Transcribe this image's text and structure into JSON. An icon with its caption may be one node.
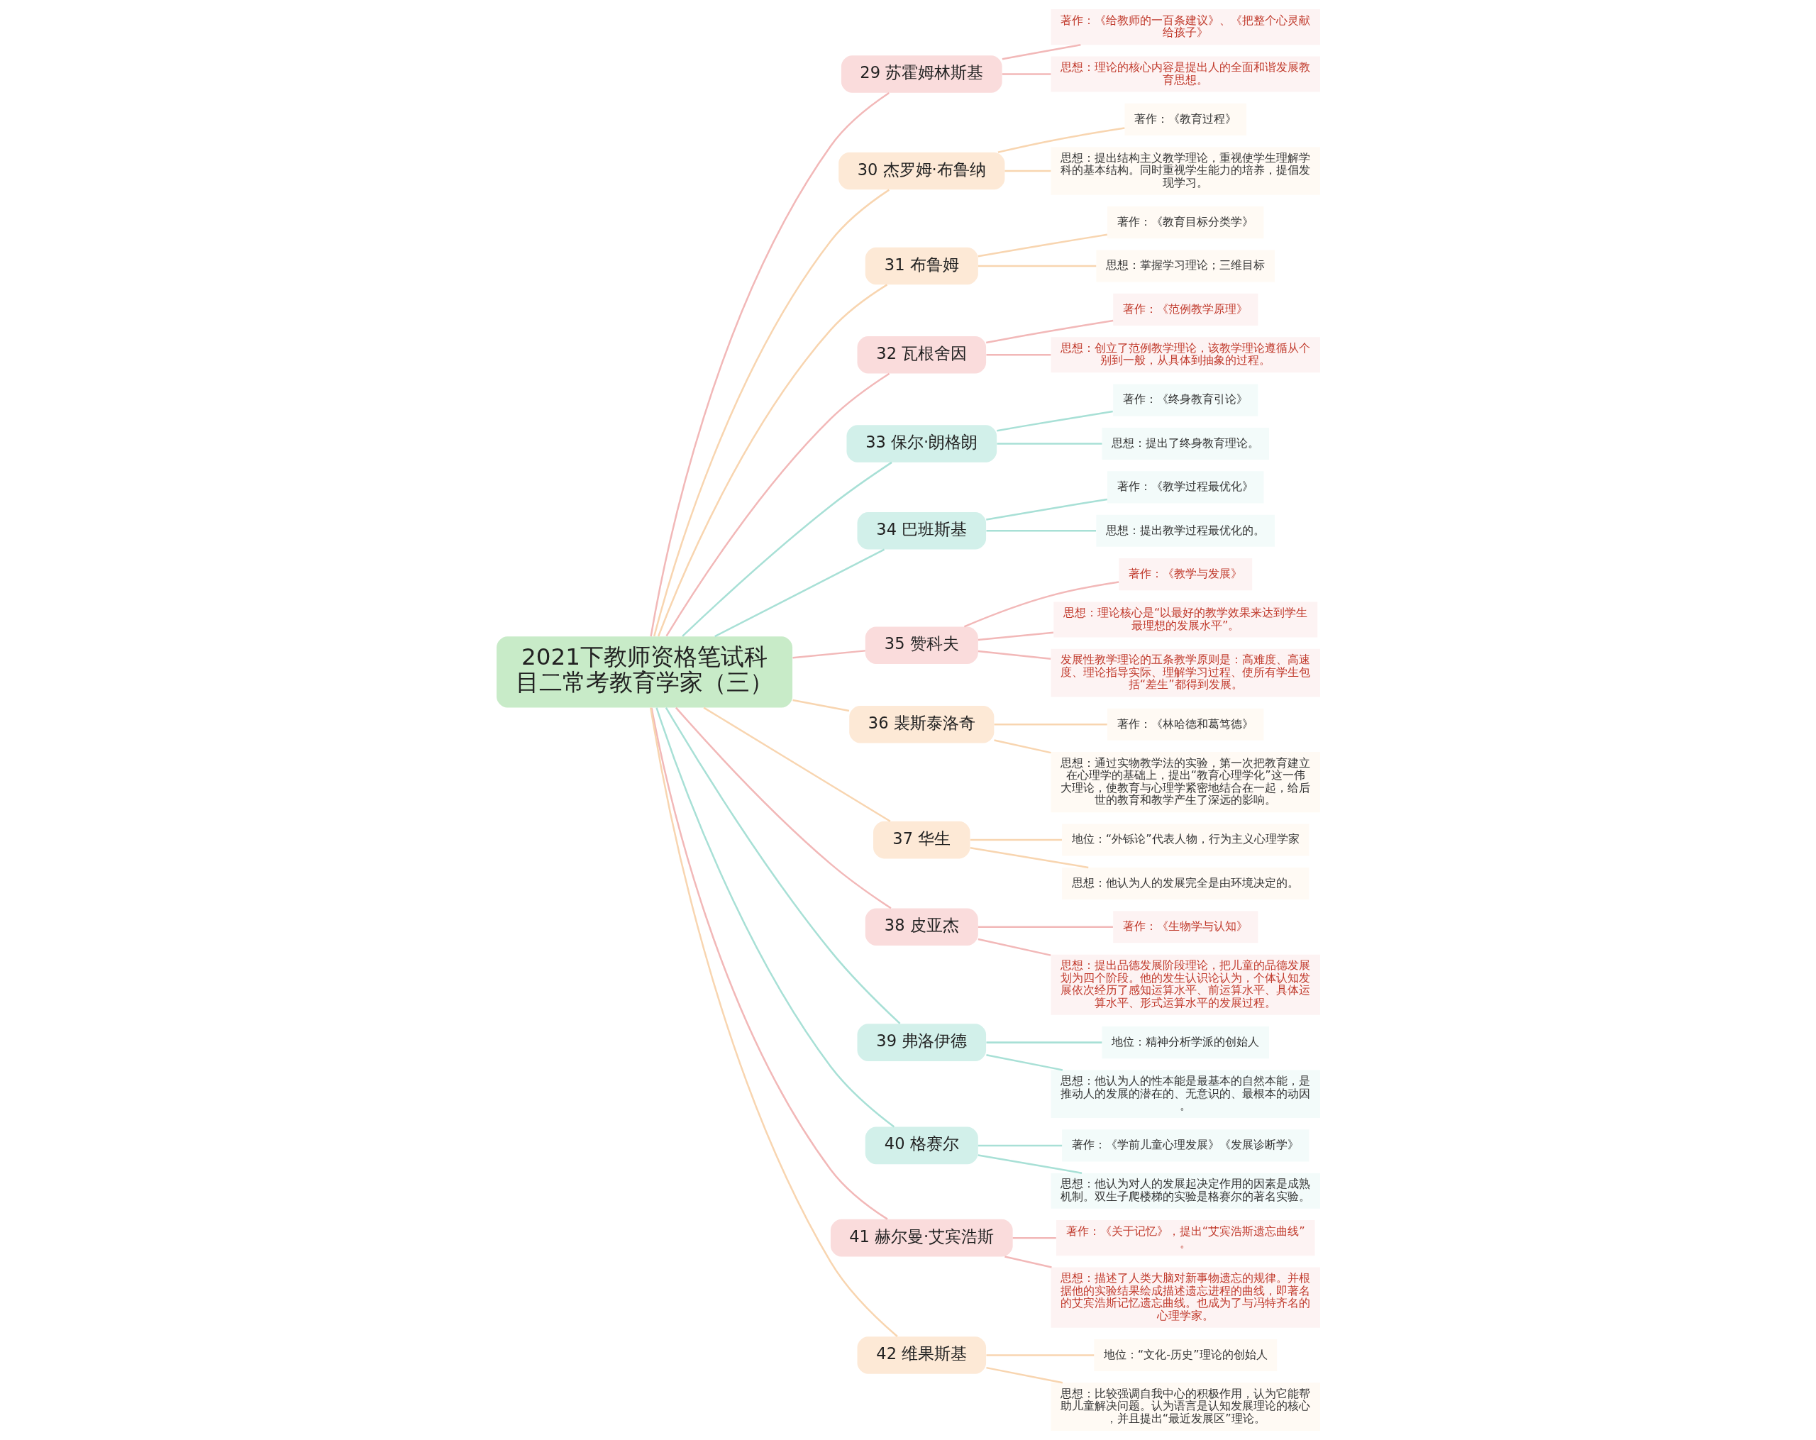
{
  "diagram": {
    "nodes": [
      {
        "text": [
          "2021下教师资格笔试科目二常考教育学家（三）"
        ]
      },
      {
        "text": [
          "29 苏霍姆林斯基"
        ]
      },
      {
        "text": [
          "著作：《给教师的一百条建议》、《把整个心灵献给孩子》"
        ]
      },
      {
        "text": [
          "思想：理论的核心内容是提出人的全面和谐发展教育思想。"
        ]
      },
      {
        "text": [
          "30 杰罗姆·布鲁纳"
        ]
      },
      {
        "text": [
          "著作：《教育过程》"
        ]
      },
      {
        "text": [
          "思想：提出结构主义教学理论，重视使学生理解学科的基本结构。同时重视学生能力的培养，提倡发现学习。"
        ]
      },
      {
        "text": [
          "31 布鲁姆"
        ]
      },
      {
        "text": [
          "著作：《教育目标分类学》"
        ]
      },
      {
        "text": [
          "思想：掌握学习理论；三维目标"
        ]
      },
      {
        "text": [
          "32 瓦根舍因"
        ]
      },
      {
        "text": [
          "著作：《范例教学原理》"
        ]
      },
      {
        "text": [
          "思想：创立了范例教学理论，该教学理论遵循从个别到一般，从具体到抽象的过程。"
        ]
      },
      {
        "text": [
          "33 保尔·朗格朗"
        ]
      },
      {
        "text": [
          "著作：《终身教育引论》"
        ]
      },
      {
        "text": [
          "思想：提出了终身教育理论。"
        ]
      },
      {
        "text": [
          "34 巴班斯基"
        ]
      },
      {
        "text": [
          "著作：《教学过程最优化》"
        ]
      },
      {
        "text": [
          "思想：提出教学过程最优化的。"
        ]
      },
      {
        "text": [
          "35 赞科夫"
        ]
      },
      {
        "text": [
          "著作：《教学与发展》"
        ]
      },
      {
        "text": [
          "思想：理论核心是“以最好的教学效果来达到学生最理想的发展水平”。"
        ]
      },
      {
        "text": [
          "发展性教学理论的五条教学原则是：高难度、高速度、理论指导实际、理解学习过程、使所有学生包括“差生”都得到发展。"
        ]
      },
      {
        "text": [
          "36 裴斯泰洛奇"
        ]
      },
      {
        "text": [
          "著作：《林哈德和葛笃德》"
        ]
      },
      {
        "text": [
          "思想：通过实物教学法的实验，第一次把教育建立在心理学的基础上，提出“教育心理学化”这一伟大理论，使教育与心理学紧密地结合在一起，给后世的教育和教学产生了深远的影响。"
        ]
      },
      {
        "text": [
          "37 华生"
        ]
      },
      {
        "text": [
          "地位：“外铄论”代表人物，行为主义心理学家"
        ]
      },
      {
        "text": [
          "思想：他认为人的发展完全是由环境决定的。"
        ]
      },
      {
        "text": [
          "38 皮亚杰"
        ]
      },
      {
        "text": [
          "著作：《生物学与认知》"
        ]
      },
      {
        "text": [
          "思想：提出品德发展阶段理论，把儿童的品德发展划为四个阶段。他的发生认识论认为，个体认知发展依次经历了感知运算水平、前运算水平、具体运算水平、形式运算水平的发展过程。"
        ]
      },
      {
        "text": [
          "39 弗洛伊德"
        ]
      },
      {
        "text": [
          "地位：精神分析学派的创始人"
        ]
      },
      {
        "text": [
          "思想：他认为人的性本能是最基本的自然本能，是推动人的发展的潜在的、无意识的、最根本的动因。"
        ]
      },
      {
        "text": [
          "40 格赛尔"
        ]
      },
      {
        "text": [
          "著作：《学前儿童心理发展》《发展诊断学》"
        ]
      },
      {
        "text": [
          "思想：他认为对人的发展起决定作用的因素是成熟机制。双生子爬楼梯的实验是格赛尔的著名实验。"
        ]
      },
      {
        "text": [
          "41 赫尔曼·艾宾浩斯"
        ]
      },
      {
        "text": [
          "著作：《关于记忆》，提出“艾宾浩斯遗忘曲线”。"
        ]
      },
      {
        "text": [
          "思想：描述了人类大脑对新事物遗忘的规律。并根据他的实验结果绘成描述遗忘进程的曲线，即著名的艾宾浩斯记忆遗忘曲线。也成为了与冯特齐名的心理学家。"
        ]
      },
      {
        "text": [
          "42 维果斯基"
        ]
      },
      {
        "text": [
          "地位：“文化-历史”理论的创始人"
        ]
      },
      {
        "text": [
          "思想：比较强调自我中心的积极作用，认为它能帮助儿童解决问题。认为语言是认知发展理论的核心，并且提出“最近发展区”理论。"
        ]
      }
    ],
    "edges": [
      {
        "from": 0,
        "to": 1,
        "arrow": "none",
        "color": "#f2b8b8"
      },
      {
        "from": 1,
        "to": 2,
        "arrow": "none",
        "color": "#f2b8b8"
      },
      {
        "from": 1,
        "to": 3,
        "arrow": "none",
        "color": "#f2b8b8"
      },
      {
        "from": 0,
        "to": 4,
        "arrow": "none",
        "color": "#f8d5b0"
      },
      {
        "from": 4,
        "to": 5,
        "arrow": "none",
        "color": "#f8d5b0"
      },
      {
        "from": 4,
        "to": 6,
        "arrow": "none",
        "color": "#f8d5b0"
      },
      {
        "from": 0,
        "to": 7,
        "arrow": "none",
        "color": "#f8d5b0"
      },
      {
        "from": 7,
        "to": 8,
        "arrow": "none",
        "color": "#f8d5b0"
      },
      {
        "from": 7,
        "to": 9,
        "arrow": "none",
        "color": "#f8d5b0"
      },
      {
        "from": 0,
        "to": 10,
        "arrow": "none",
        "color": "#f2b8b8"
      },
      {
        "from": 10,
        "to": 11,
        "arrow": "none",
        "color": "#f2b8b8"
      },
      {
        "from": 10,
        "to": 12,
        "arrow": "none",
        "color": "#f2b8b8"
      },
      {
        "from": 0,
        "to": 13,
        "arrow": "none",
        "color": "#a8e0d6"
      },
      {
        "from": 13,
        "to": 14,
        "arrow": "none",
        "color": "#a8e0d6"
      },
      {
        "from": 13,
        "to": 15,
        "arrow": "none",
        "color": "#a8e0d6"
      },
      {
        "from": 0,
        "to": 16,
        "arrow": "none",
        "color": "#a8e0d6"
      },
      {
        "from": 16,
        "to": 17,
        "arrow": "none",
        "color": "#a8e0d6"
      },
      {
        "from": 16,
        "to": 18,
        "arrow": "none",
        "color": "#a8e0d6"
      },
      {
        "from": 0,
        "to": 19,
        "arrow": "none",
        "color": "#f2b8b8"
      },
      {
        "from": 19,
        "to": 20,
        "arrow": "none",
        "color": "#f2b8b8"
      },
      {
        "from": 19,
        "to": 21,
        "arrow": "none",
        "color": "#f2b8b8"
      },
      {
        "from": 19,
        "to": 22,
        "arrow": "none",
        "color": "#f2b8b8"
      },
      {
        "from": 0,
        "to": 23,
        "arrow": "none",
        "color": "#f8d5b0"
      },
      {
        "from": 23,
        "to": 24,
        "arrow": "none",
        "color": "#f8d5b0"
      },
      {
        "from": 23,
        "to": 25,
        "arrow": "none",
        "color": "#f8d5b0"
      },
      {
        "from": 0,
        "to": 26,
        "arrow": "none",
        "color": "#f8d5b0"
      },
      {
        "from": 26,
        "to": 27,
        "arrow": "none",
        "color": "#f8d5b0"
      },
      {
        "from": 26,
        "to": 28,
        "arrow": "none",
        "color": "#f8d5b0"
      },
      {
        "from": 0,
        "to": 29,
        "arrow": "none",
        "color": "#f2b8b8"
      },
      {
        "from": 29,
        "to": 30,
        "arrow": "none",
        "color": "#f2b8b8"
      },
      {
        "from": 29,
        "to": 31,
        "arrow": "none",
        "color": "#f2b8b8"
      },
      {
        "from": 0,
        "to": 32,
        "arrow": "none",
        "color": "#a8e0d6"
      },
      {
        "from": 32,
        "to": 33,
        "arrow": "none",
        "color": "#a8e0d6"
      },
      {
        "from": 32,
        "to": 34,
        "arrow": "none",
        "color": "#a8e0d6"
      },
      {
        "from": 0,
        "to": 35,
        "arrow": "none",
        "color": "#a8e0d6"
      },
      {
        "from": 35,
        "to": 36,
        "arrow": "none",
        "color": "#a8e0d6"
      },
      {
        "from": 35,
        "to": 37,
        "arrow": "none",
        "color": "#a8e0d6"
      },
      {
        "from": 0,
        "to": 38,
        "arrow": "none",
        "color": "#f2b8b8"
      },
      {
        "from": 38,
        "to": 39,
        "arrow": "none",
        "color": "#f2b8b8"
      },
      {
        "from": 38,
        "to": 40,
        "arrow": "none",
        "color": "#f2b8b8"
      },
      {
        "from": 0,
        "to": 41,
        "arrow": "none",
        "color": "#f8d5b0"
      },
      {
        "from": 41,
        "to": 42,
        "arrow": "none",
        "color": "#f8d5b0"
      },
      {
        "from": 41,
        "to": 43,
        "arrow": "none",
        "color": "#f8d5b0"
      }
    ]
  }
}
